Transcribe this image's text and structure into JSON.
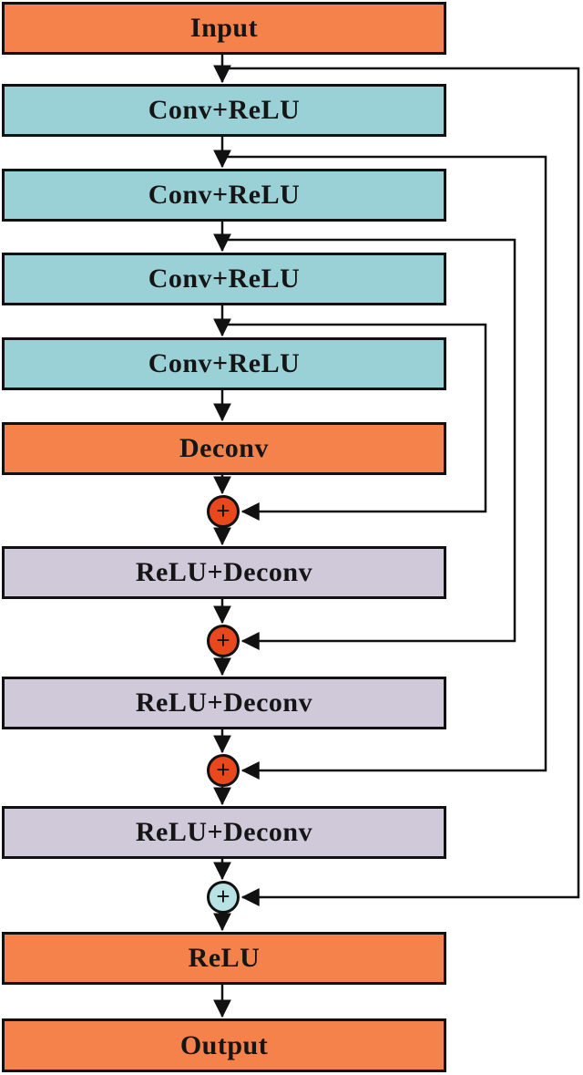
{
  "flow": {
    "boxes": [
      {
        "label": "Input",
        "fill": "#F5824A"
      },
      {
        "label": "Conv+ReLU",
        "fill": "#9AD1D6"
      },
      {
        "label": "Conv+ReLU",
        "fill": "#9AD1D6"
      },
      {
        "label": "Conv+ReLU",
        "fill": "#9AD1D6"
      },
      {
        "label": "Conv+ReLU",
        "fill": "#9AD1D6"
      },
      {
        "label": "Deconv",
        "fill": "#F5824A"
      },
      {
        "label": "ReLU+Deconv",
        "fill": "#CFC9DA"
      },
      {
        "label": "ReLU+Deconv",
        "fill": "#CFC9DA"
      },
      {
        "label": "ReLU+Deconv",
        "fill": "#CFC9DA"
      },
      {
        "label": "ReLU",
        "fill": "#F5824A"
      },
      {
        "label": "Output",
        "fill": "#F5824A"
      }
    ],
    "adders": [
      {
        "symbol": "+",
        "fill": "#E8481C"
      },
      {
        "symbol": "+",
        "fill": "#E8481C"
      },
      {
        "symbol": "+",
        "fill": "#E8481C"
      },
      {
        "symbol": "+",
        "fill": "#B9E2E4"
      }
    ],
    "skip_connections": [
      {
        "from": "after Input",
        "to": "adder-4"
      },
      {
        "from": "after Conv+ReLU 1",
        "to": "adder-3"
      },
      {
        "from": "after Conv+ReLU 2",
        "to": "adder-2"
      },
      {
        "from": "after Conv+ReLU 3",
        "to": "adder-1"
      }
    ],
    "line_color": "#111111"
  }
}
